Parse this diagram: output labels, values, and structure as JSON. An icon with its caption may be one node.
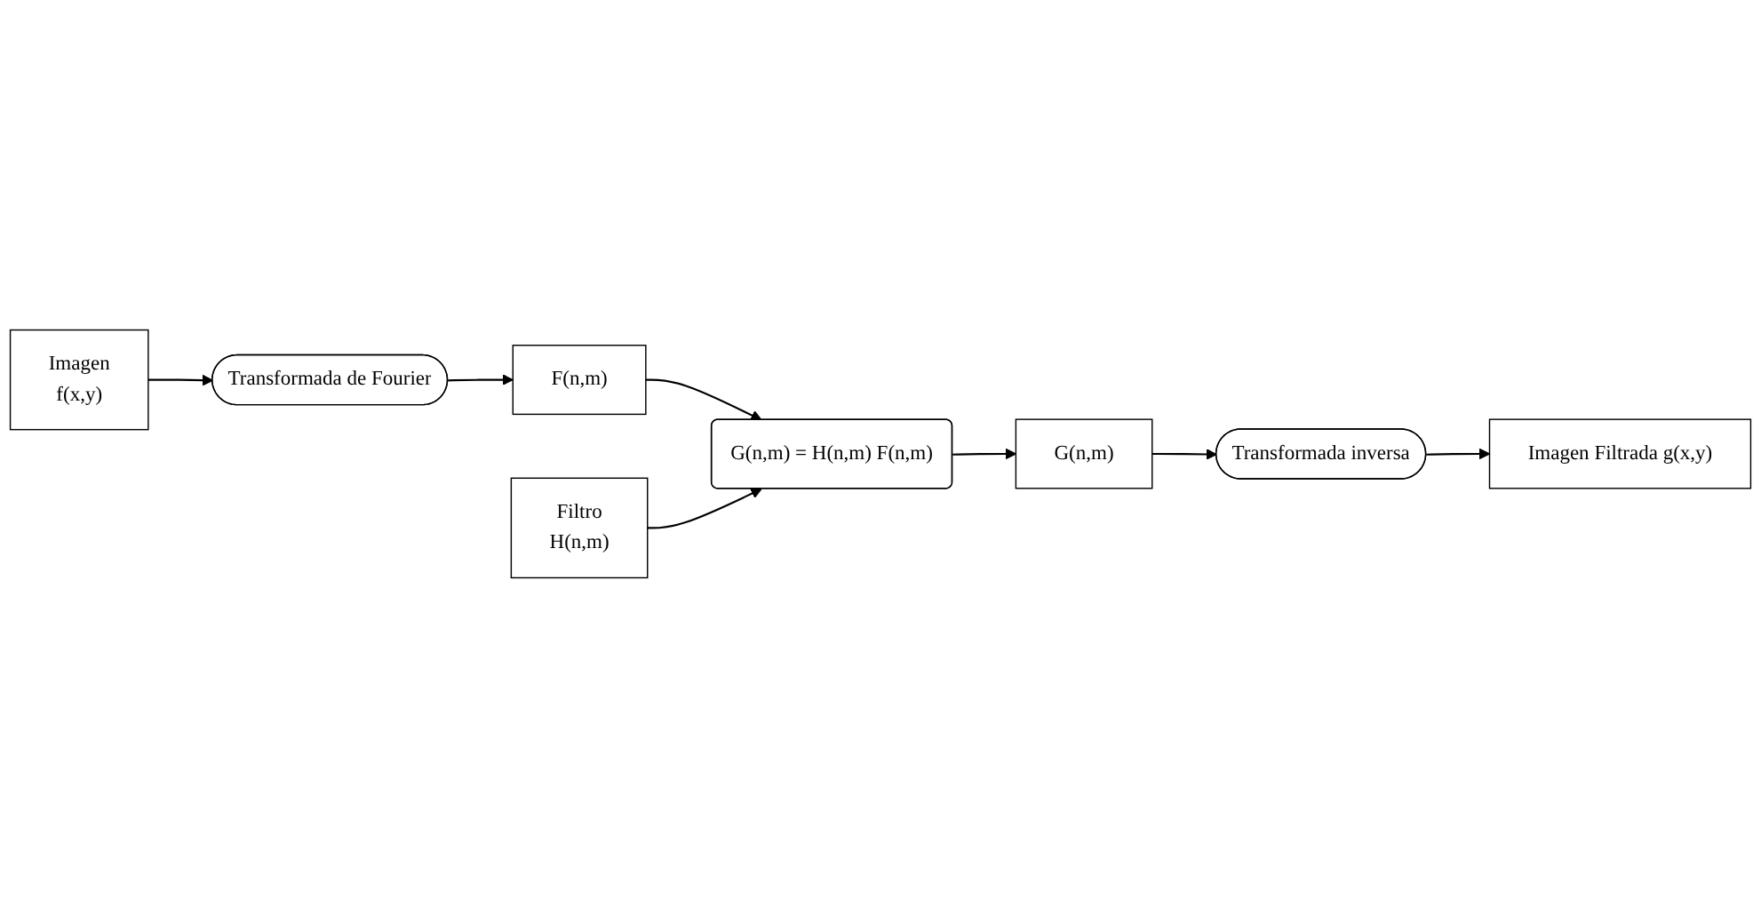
{
  "diagram": {
    "nodes": [
      {
        "text": [
          "Imagen",
          "f(x,y)"
        ]
      },
      {
        "text": [
          "Transformada de Fourier"
        ]
      },
      {
        "text": [
          "F(n,m)"
        ]
      },
      {
        "text": [
          "Filtro",
          "H(n,m)"
        ]
      },
      {
        "text": [
          "G(n,m) = H(n,m) F(n,m)"
        ]
      },
      {
        "text": [
          "G(n,m)"
        ]
      },
      {
        "text": [
          "Transformada inversa"
        ]
      },
      {
        "text": [
          "Imagen Filtrada g(x,y)"
        ]
      }
    ],
    "edges": [
      {
        "from": 0,
        "to": 1,
        "arrow": "to"
      },
      {
        "from": 1,
        "to": 2,
        "arrow": "to"
      },
      {
        "from": 2,
        "to": 4,
        "arrow": "to"
      },
      {
        "from": 3,
        "to": 4,
        "arrow": "to"
      },
      {
        "from": 4,
        "to": 5,
        "arrow": "to"
      },
      {
        "from": 5,
        "to": 6,
        "arrow": "to"
      },
      {
        "from": 6,
        "to": 7,
        "arrow": "to"
      }
    ]
  }
}
